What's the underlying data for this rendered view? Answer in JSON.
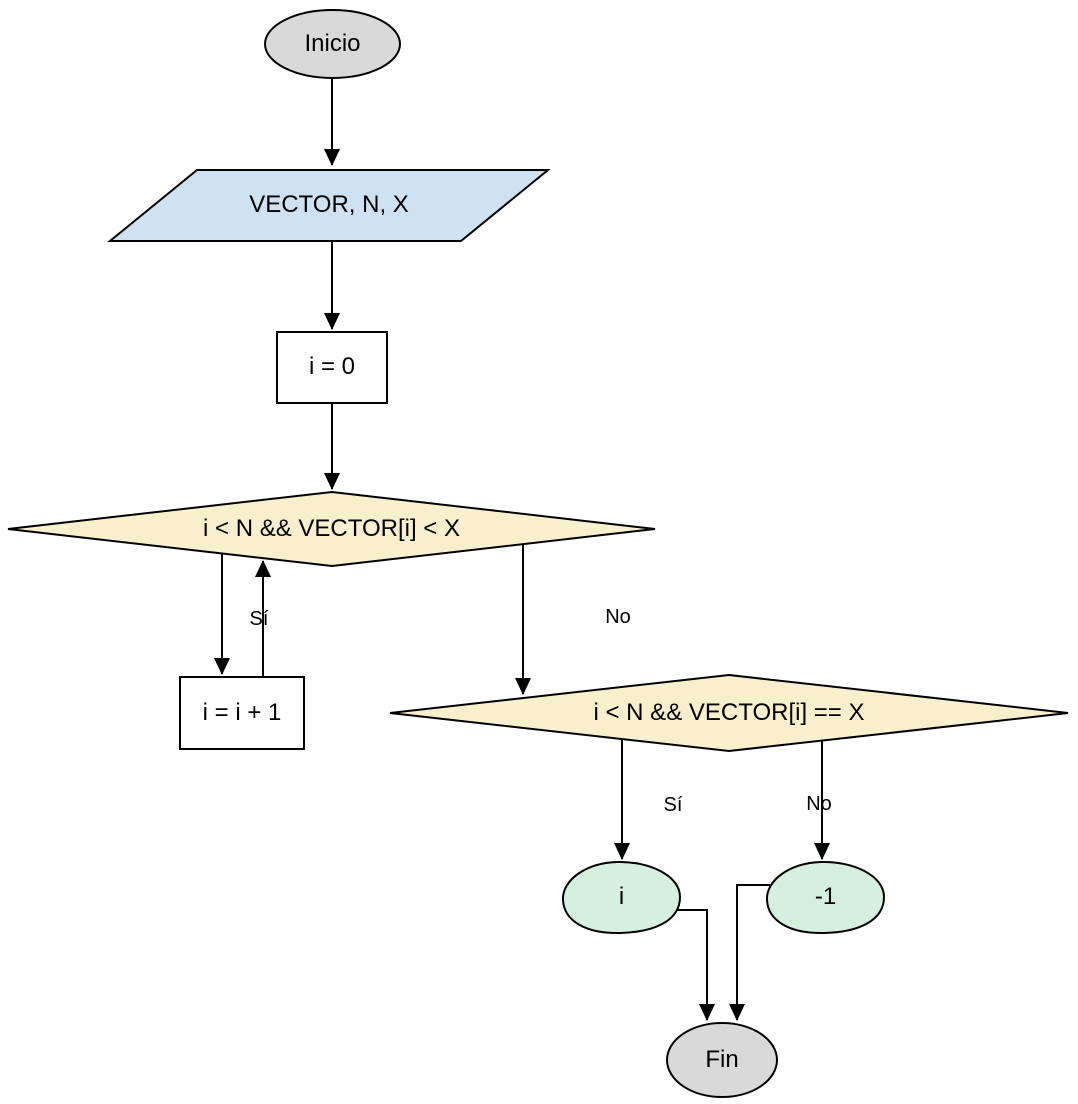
{
  "flowchart": {
    "nodes": {
      "start": "Inicio",
      "input": "VECTOR, N, X",
      "init": "i = 0",
      "scan_condition": "i < N && VECTOR[i] < X",
      "increment": "i = i + 1",
      "match_condition": "i < N && VECTOR[i] == X",
      "output_index": "i",
      "output_not_found": "-1",
      "end": "Fin"
    },
    "edges": {
      "scan_yes": "Sí",
      "scan_no": "No",
      "match_yes": "Sí",
      "match_no": "No"
    },
    "colors": {
      "terminator": "#d9d9d9",
      "io": "#cfe2f3",
      "decision": "#f8efcc",
      "display": "#d5f0de",
      "process": "#ffffff",
      "stroke": "#000000"
    }
  }
}
